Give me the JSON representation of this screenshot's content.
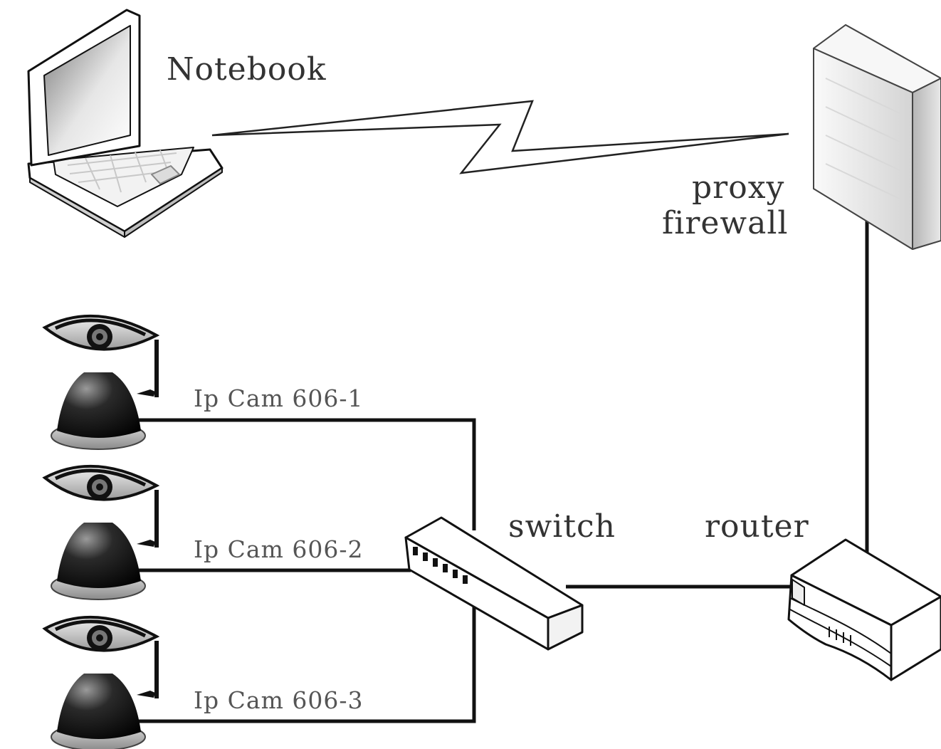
{
  "labels": {
    "notebook": "Notebook",
    "proxy": "proxy",
    "firewall": "firewall",
    "switch": "switch",
    "router": "router",
    "cam1": "Ip Cam 606-1",
    "cam2": "Ip Cam 606-2",
    "cam3": "Ip Cam 606-3"
  },
  "icons": {
    "notebook": "laptop-icon",
    "firewall": "server-tower-icon",
    "switch": "network-switch-icon",
    "router": "router-icon",
    "camera": "ip-camera-icon"
  },
  "colors": {
    "line": "#111111",
    "label": "#333333"
  }
}
